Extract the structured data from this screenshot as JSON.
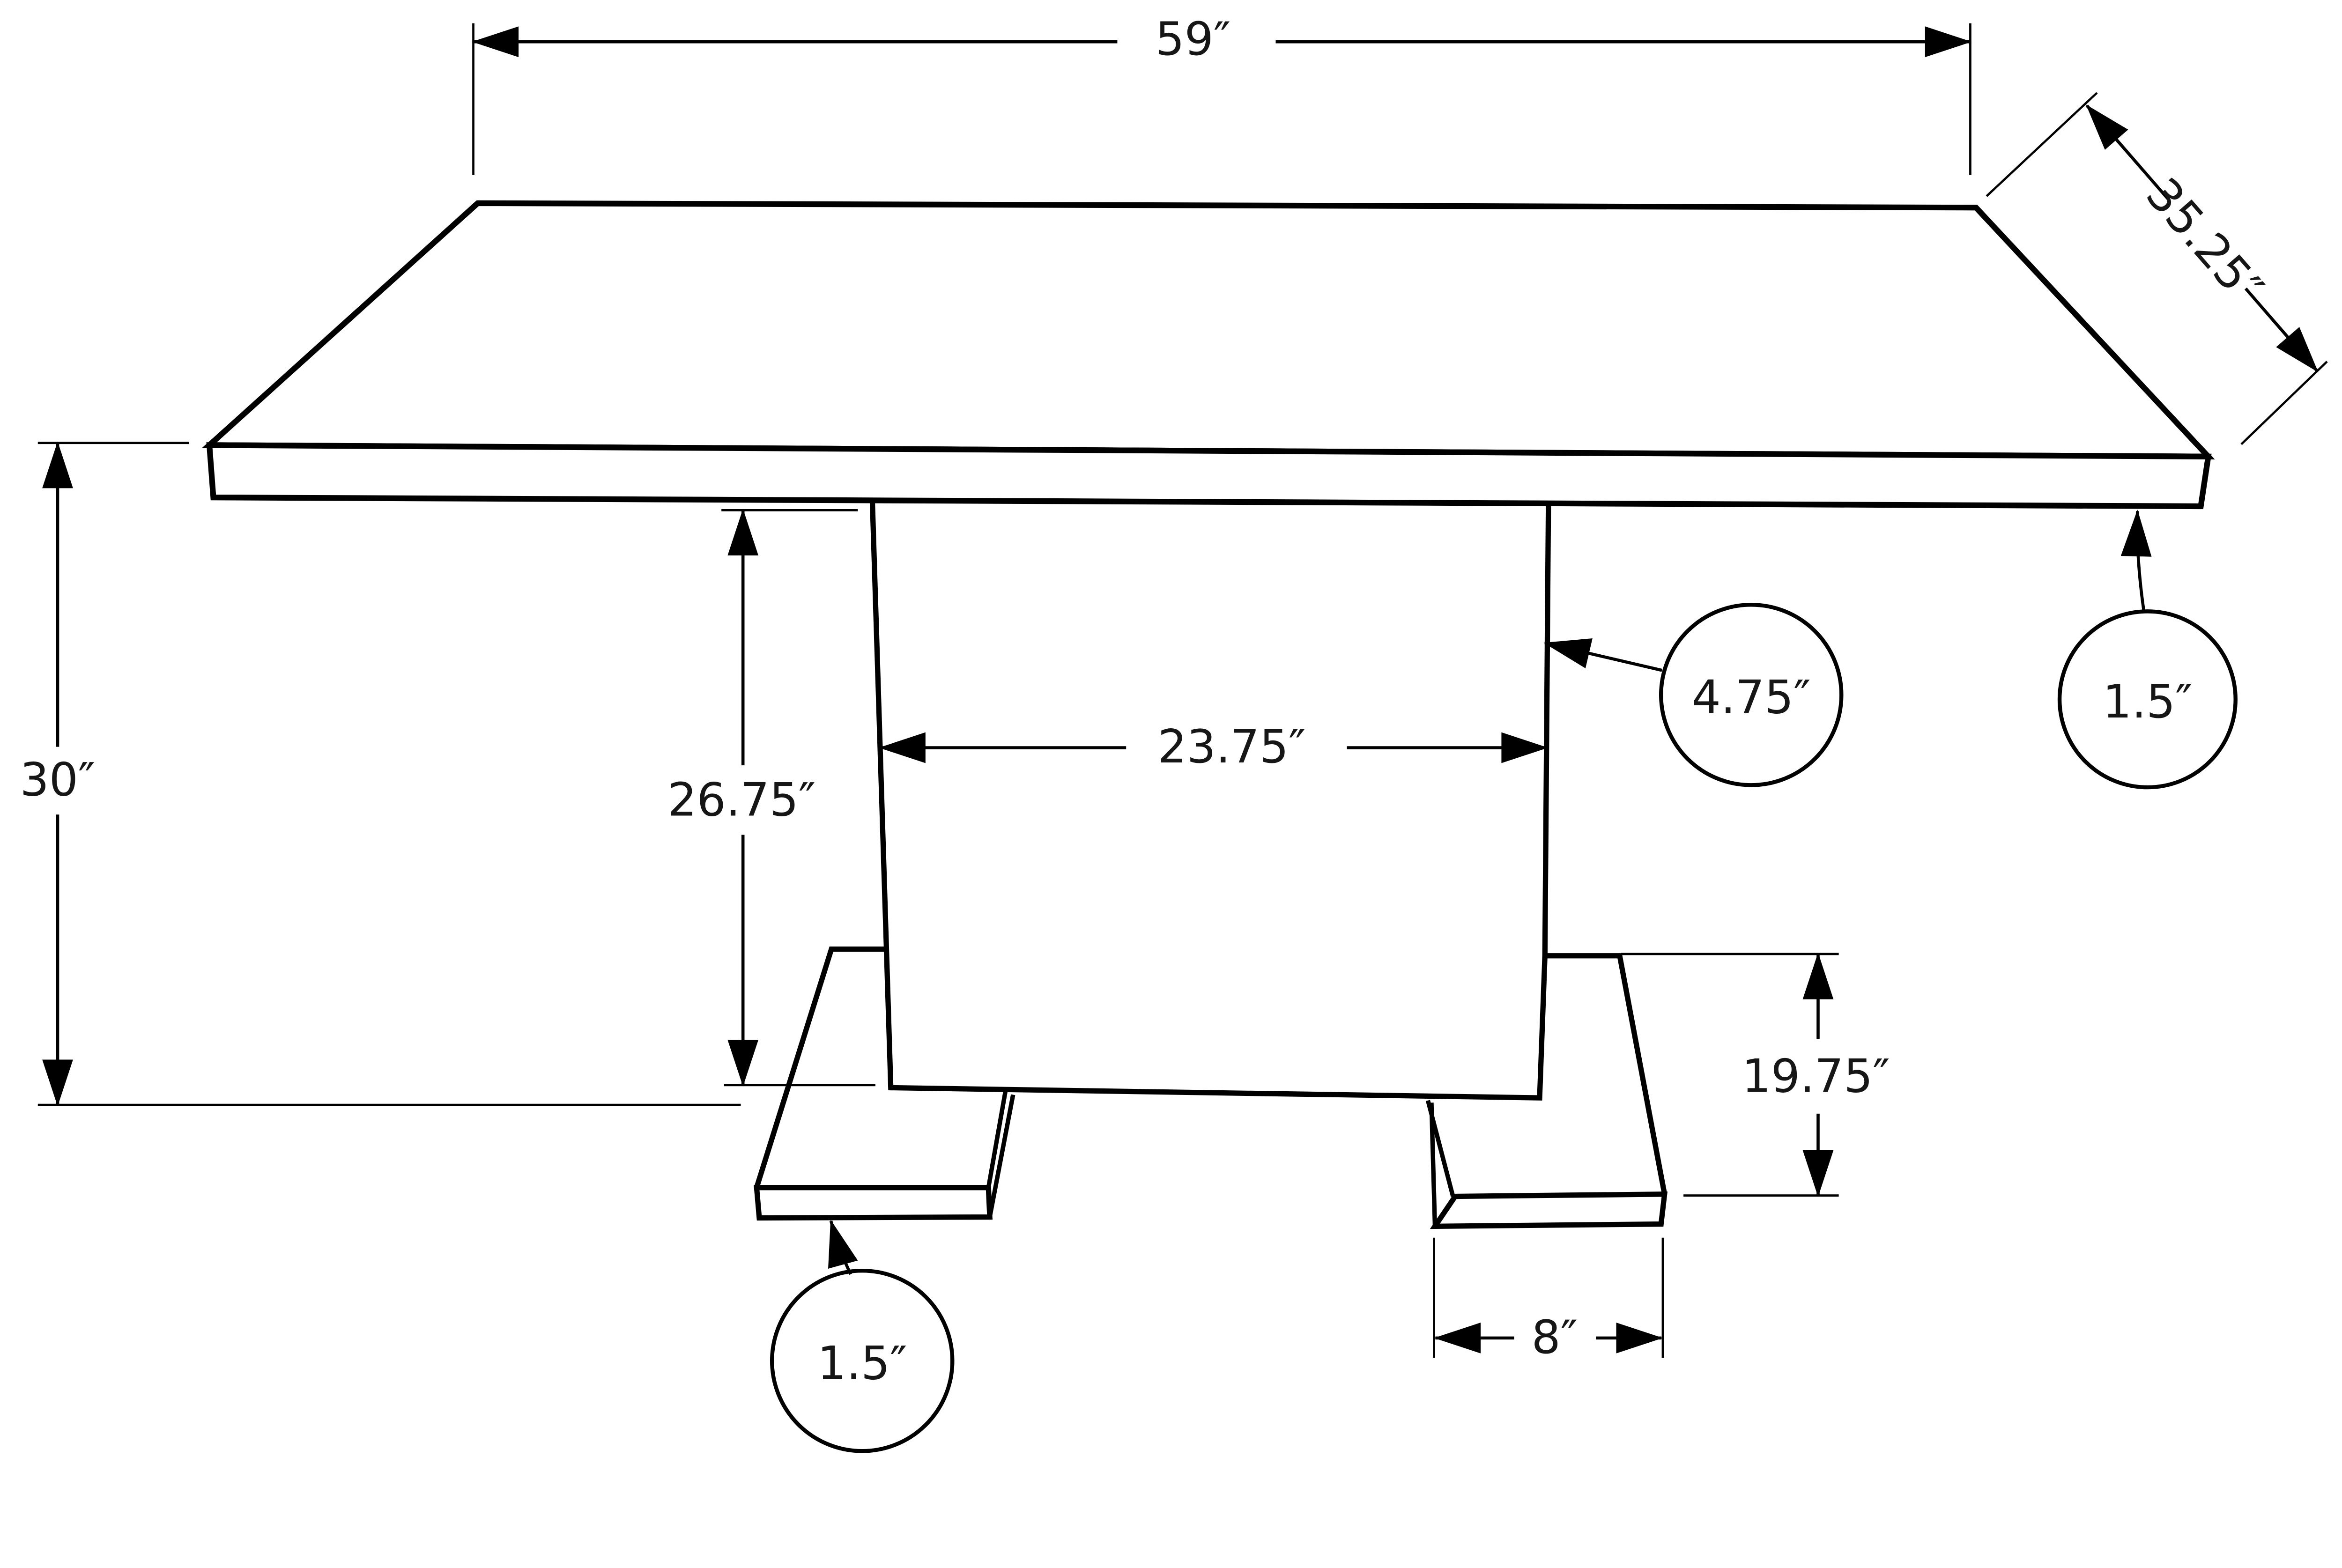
{
  "diagram": {
    "type": "furniture-dimension-drawing",
    "subject": "Rectangular dining table with center pedestal column and two flat bar feet, drawn in perspective as a black line drawing on white",
    "units": "inches",
    "colors": {
      "line_color": "#000000",
      "text_color": "#161616",
      "background": "#ffffff"
    },
    "dimensions": {
      "table_length": {
        "label": "59″",
        "value": 59,
        "style": "linear-horizontal",
        "refers_to": "tabletop length (back edge)"
      },
      "table_depth": {
        "label": "35.25″",
        "value": 35.25,
        "style": "linear-diagonal",
        "refers_to": "tabletop depth (right edge)"
      },
      "table_height": {
        "label": "30″",
        "value": 30,
        "style": "linear-vertical",
        "refers_to": "floor to tabletop surface"
      },
      "pedestal_height": {
        "label": "26.75″",
        "value": 26.75,
        "style": "linear-vertical",
        "refers_to": "pedestal column height under tabletop"
      },
      "pedestal_width": {
        "label": "23.75″",
        "value": 23.75,
        "style": "linear-horizontal",
        "refers_to": "pedestal column width"
      },
      "pedestal_thickness": {
        "label": "4.75″",
        "value": 4.75,
        "style": "circled-callout",
        "refers_to": "pedestal column edge thickness"
      },
      "tabletop_thickness": {
        "label": "1.5″",
        "value": 1.5,
        "style": "circled-callout",
        "refers_to": "tabletop slab thickness"
      },
      "foot_length": {
        "label": "19.75″",
        "value": 19.75,
        "style": "linear-vertical",
        "refers_to": "foot length front to back"
      },
      "foot_width": {
        "label": "8″",
        "value": 8,
        "style": "linear-horizontal",
        "refers_to": "foot end width"
      },
      "foot_thickness": {
        "label": "1.5″",
        "value": 1.5,
        "style": "circled-callout",
        "refers_to": "foot slab thickness"
      }
    }
  }
}
